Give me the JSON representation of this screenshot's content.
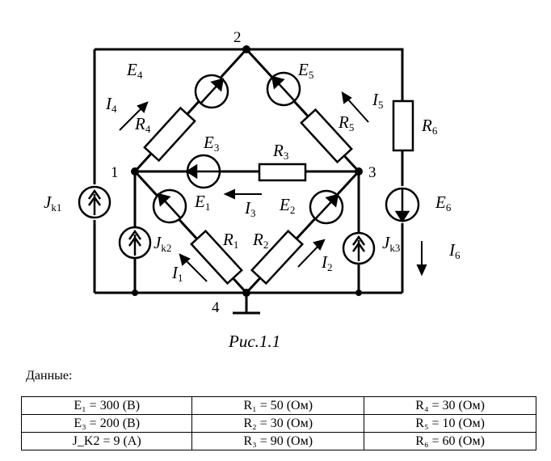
{
  "figure": {
    "nodes": [
      "1",
      "2",
      "3",
      "4"
    ],
    "labels": {
      "E1": {
        "main": "E",
        "sub": "1"
      },
      "E2": {
        "main": "E",
        "sub": "2"
      },
      "E3": {
        "main": "E",
        "sub": "3"
      },
      "E4": {
        "main": "E",
        "sub": "4"
      },
      "E5": {
        "main": "E",
        "sub": "5"
      },
      "E6": {
        "main": "E",
        "sub": "6"
      },
      "R1": {
        "main": "R",
        "sub": "1"
      },
      "R2": {
        "main": "R",
        "sub": "2"
      },
      "R3": {
        "main": "R",
        "sub": "3"
      },
      "R4": {
        "main": "R",
        "sub": "4"
      },
      "R5": {
        "main": "R",
        "sub": "5"
      },
      "R6": {
        "main": "R",
        "sub": "6"
      },
      "I1": {
        "main": "I",
        "sub": "1"
      },
      "I2": {
        "main": "I",
        "sub": "2"
      },
      "I3": {
        "main": "I",
        "sub": "3"
      },
      "I4": {
        "main": "I",
        "sub": "4"
      },
      "I5": {
        "main": "I",
        "sub": "5"
      },
      "I6": {
        "main": "I",
        "sub": "6"
      },
      "Jk1": {
        "main": "J",
        "sub": "k1"
      },
      "Jk2": {
        "main": "J",
        "sub": "k2"
      },
      "Jk3": {
        "main": "J",
        "sub": "k3"
      }
    },
    "caption": "Рис.1.1"
  },
  "given": {
    "heading": "Данные:",
    "rows": [
      [
        "E₁ = 300 (В)",
        "R₁ = 50 (Ом)",
        "R₄ = 30 (Ом)"
      ],
      [
        "E₃ = 200 (В)",
        "R₂ = 30 (Ом)",
        "R₅ = 10 (Ом)"
      ],
      [
        "J_K2 = 9 (А)",
        "R₃ = 90 (Ом)",
        "R₆ = 60 (Ом)"
      ]
    ]
  }
}
